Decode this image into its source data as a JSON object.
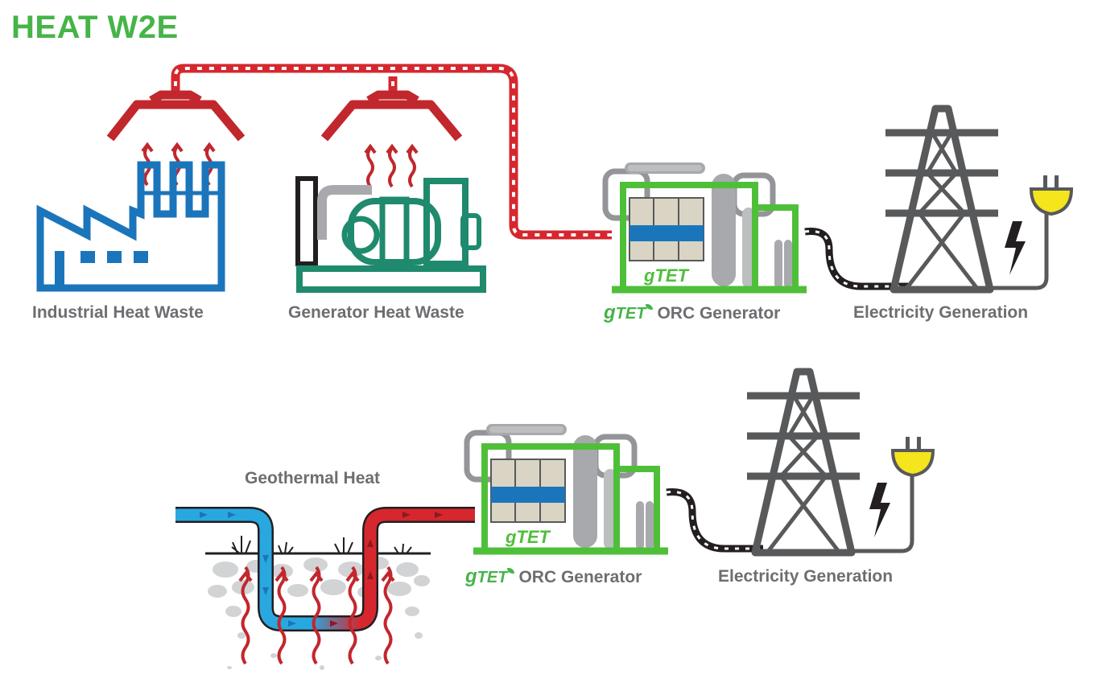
{
  "title": "HEAT W2E",
  "labels": {
    "industrial": "Industrial Heat Waste",
    "generator": "Generator Heat Waste",
    "orc_top_suffix": "ORC Generator",
    "electricity_top": "Electricity Generation",
    "geothermal": "Geothermal Heat",
    "orc_bottom_suffix": "ORC Generator",
    "electricity_bottom": "Electricity Generation"
  },
  "brand": {
    "g": "g",
    "tet": "TET"
  },
  "colors": {
    "title_green": "#46b448",
    "heat_red": "#d6272e",
    "factory_blue": "#1b75bb",
    "generator_teal": "#1f8a6d",
    "orc_green": "#4fbf3a",
    "tower_gray": "#58595b",
    "pipe_gray": "#939598",
    "cold_blue": "#29a8e0",
    "plug_yellow": "#f4e51c",
    "label_gray": "#6d6e71"
  },
  "icons": [
    "factory-icon",
    "generator-icon",
    "heat-hood-icon",
    "orc-generator-icon",
    "transmission-tower-icon",
    "plug-icon",
    "lightning-icon",
    "geothermal-pipe-icon"
  ]
}
